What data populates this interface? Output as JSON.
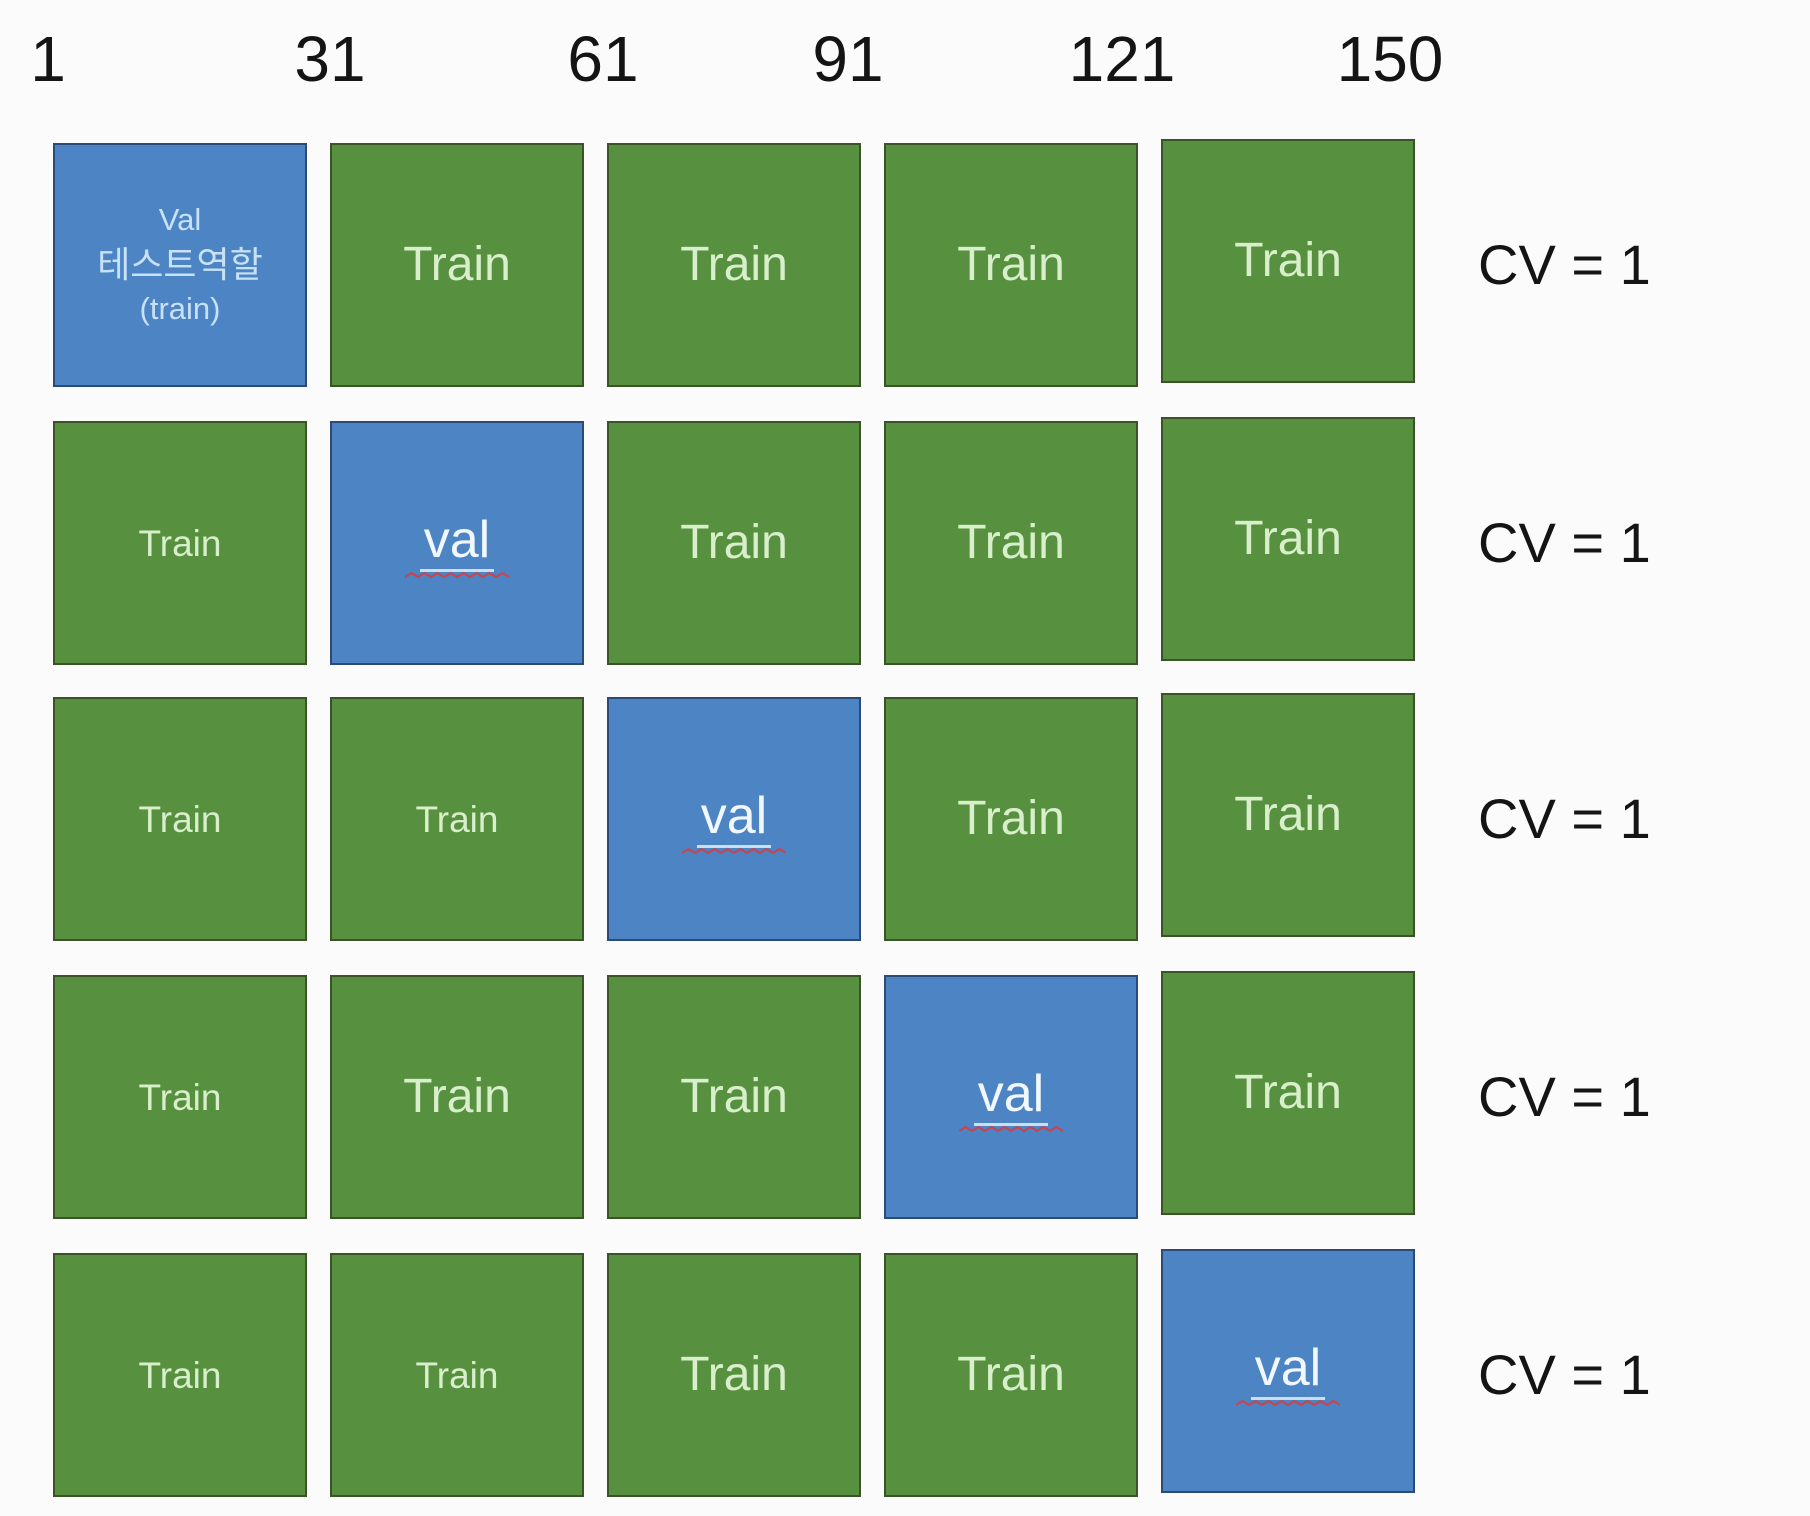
{
  "axis": {
    "ticks": [
      "1",
      "31",
      "61",
      "91",
      "121",
      "150"
    ]
  },
  "grid": {
    "rows": [
      {
        "cv_label": "CV = 1",
        "cells": [
          {
            "role": "val",
            "lines": [
              "Val",
              "테스트역할",
              "(train)"
            ]
          },
          {
            "role": "train",
            "label": "Train"
          },
          {
            "role": "train",
            "label": "Train"
          },
          {
            "role": "train",
            "label": "Train"
          },
          {
            "role": "train",
            "label": "Train"
          }
        ]
      },
      {
        "cv_label": "CV = 1",
        "cells": [
          {
            "role": "train",
            "label": "Train"
          },
          {
            "role": "val",
            "label": "val"
          },
          {
            "role": "train",
            "label": "Train"
          },
          {
            "role": "train",
            "label": "Train"
          },
          {
            "role": "train",
            "label": "Train"
          }
        ]
      },
      {
        "cv_label": "CV = 1",
        "cells": [
          {
            "role": "train",
            "label": "Train"
          },
          {
            "role": "train",
            "label": "Train"
          },
          {
            "role": "val",
            "label": "val"
          },
          {
            "role": "train",
            "label": "Train"
          },
          {
            "role": "train",
            "label": "Train"
          }
        ]
      },
      {
        "cv_label": "CV = 1",
        "cells": [
          {
            "role": "train",
            "label": "Train"
          },
          {
            "role": "train",
            "label": "Train"
          },
          {
            "role": "train",
            "label": "Train"
          },
          {
            "role": "val",
            "label": "val"
          },
          {
            "role": "train",
            "label": "Train"
          }
        ]
      },
      {
        "cv_label": "CV = 1",
        "cells": [
          {
            "role": "train",
            "label": "Train"
          },
          {
            "role": "train",
            "label": "Train"
          },
          {
            "role": "train",
            "label": "Train"
          },
          {
            "role": "train",
            "label": "Train"
          },
          {
            "role": "val",
            "label": "val"
          }
        ]
      }
    ]
  },
  "colors": {
    "background": "#fbfbfb",
    "train_fill": "#579140",
    "train_border": "#3c5229",
    "val_fill": "#4d84c4",
    "val_border": "#2c4a78",
    "train_text": "#d9efcc",
    "val_text": "#f0f7ff",
    "val_multiline_text": "#c7e1f6",
    "squiggle": "#c64550",
    "label_text": "#141414"
  }
}
